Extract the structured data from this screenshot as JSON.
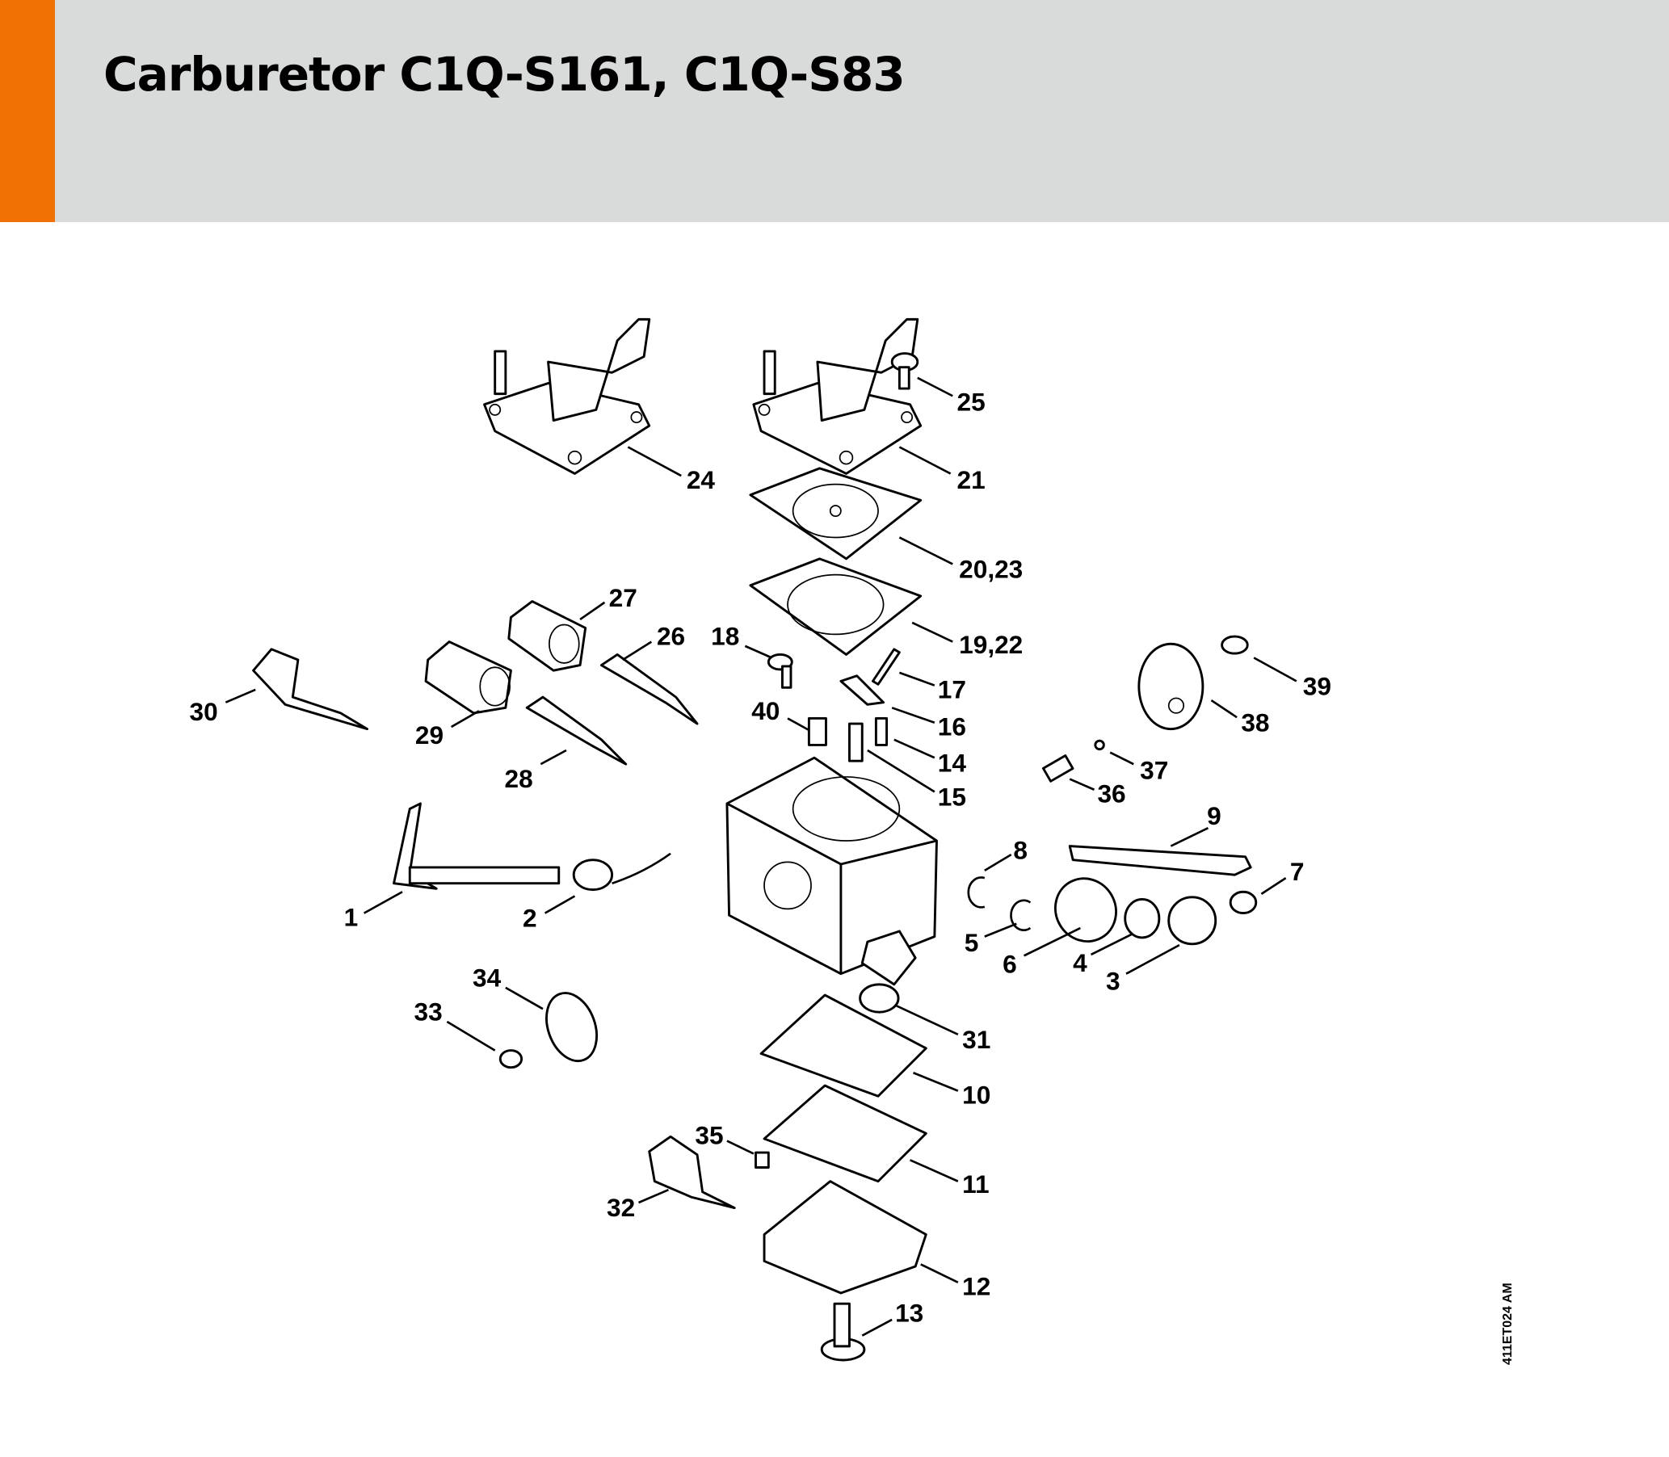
{
  "header": {
    "title": "Carburetor C1Q-S161, C1Q-S83",
    "accent_color": "#f07205",
    "band_color": "#d9dbda"
  },
  "drawing_code": "411ET024 AM",
  "callouts": {
    "c1": "1",
    "c2": "2",
    "c3": "3",
    "c4": "4",
    "c5": "5",
    "c6": "6",
    "c7": "7",
    "c8": "8",
    "c9": "9",
    "c10": "10",
    "c11": "11",
    "c12": "12",
    "c13": "13",
    "c14": "14",
    "c15": "15",
    "c16": "16",
    "c17": "17",
    "c18": "18",
    "c19_22": "19,22",
    "c20_23": "20,23",
    "c21": "21",
    "c24": "24",
    "c25": "25",
    "c26": "26",
    "c27": "27",
    "c28": "28",
    "c29": "29",
    "c30": "30",
    "c31": "31",
    "c32": "32",
    "c33": "33",
    "c34": "34",
    "c35": "35",
    "c36": "36",
    "c37": "37",
    "c38": "38",
    "c39": "39",
    "c40": "40"
  }
}
